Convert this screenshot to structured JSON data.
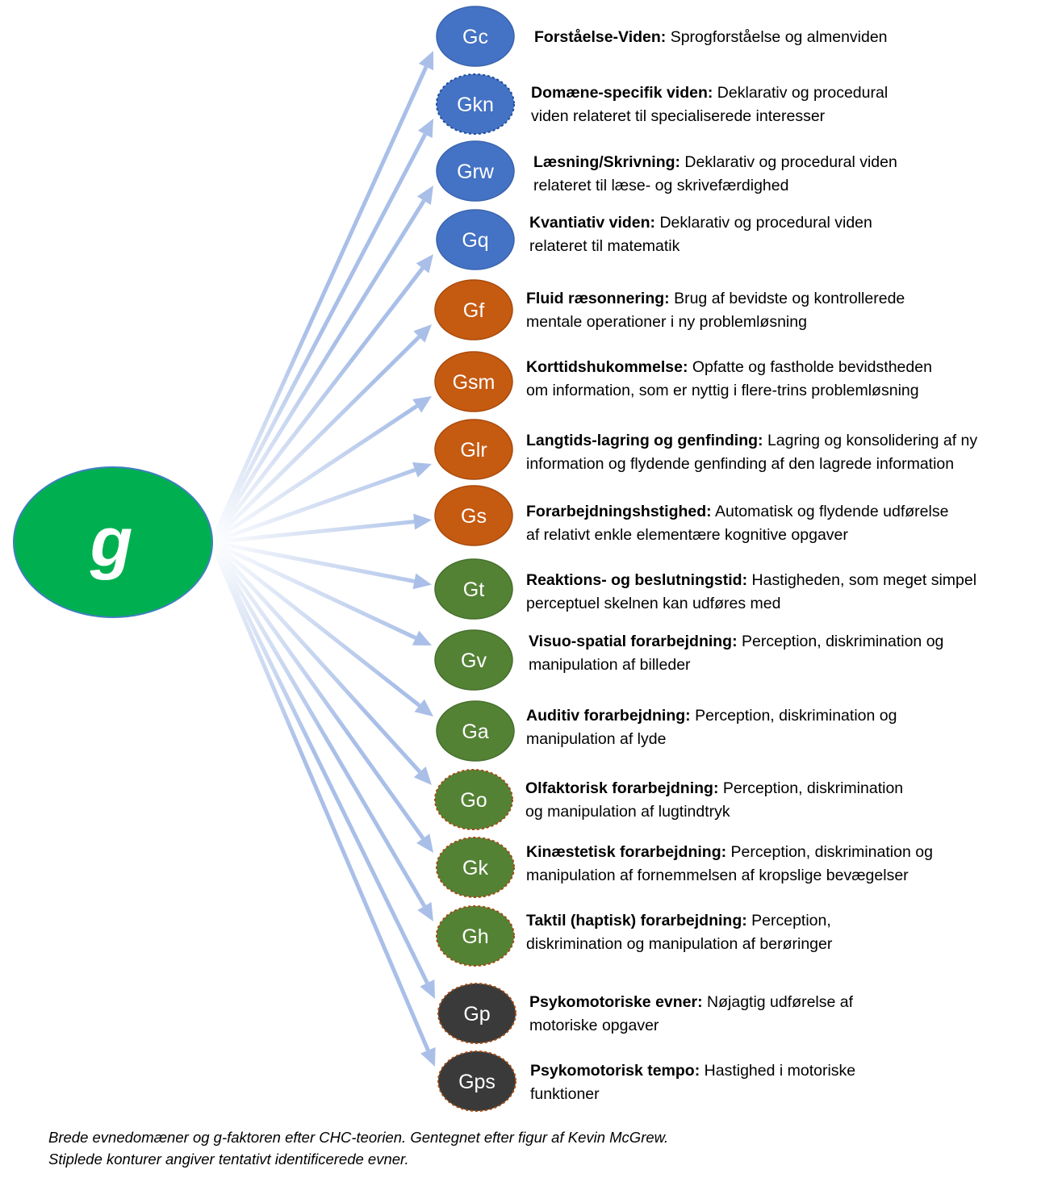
{
  "colors": {
    "g": "#00b050",
    "blue": "#4472c4",
    "orange": "#c55a11",
    "green": "#548235",
    "dark": "#3a3a3a",
    "arrow": "#a9bfe8"
  },
  "g_node": {
    "label": "g"
  },
  "nodes": [
    {
      "abbr": "Gc",
      "group": "blue",
      "dashed": false,
      "title": "Forståelse-Viden:",
      "desc": [
        " Sprogforståelse og almenviden"
      ]
    },
    {
      "abbr": "Gkn",
      "group": "blue",
      "dashed": true,
      "title": "Domæne-specifik viden:",
      "desc": [
        " Deklarativ og procedural",
        "viden relateret til specialiserede interesser"
      ]
    },
    {
      "abbr": "Grw",
      "group": "blue",
      "dashed": false,
      "title": "Læsning/Skrivning:",
      "desc": [
        " Deklarativ og procedural viden",
        "relateret til læse- og skrivefærdighed"
      ]
    },
    {
      "abbr": "Gq",
      "group": "blue",
      "dashed": false,
      "title": "Kvantiativ viden:",
      "desc": [
        " Deklarativ og procedural viden",
        "relateret til matematik"
      ]
    },
    {
      "abbr": "Gf",
      "group": "orange",
      "dashed": false,
      "title": "Fluid ræsonnering:",
      "desc": [
        " Brug af bevidste og kontrollerede",
        "mentale operationer i ny problemløsning"
      ]
    },
    {
      "abbr": "Gsm",
      "group": "orange",
      "dashed": false,
      "title": "Korttidshukommelse:",
      "desc": [
        " Opfatte og fastholde bevidstheden",
        "om information, som er nyttig i flere-trins problemløsning"
      ]
    },
    {
      "abbr": "Glr",
      "group": "orange",
      "dashed": false,
      "title": "Langtids-lagring og genfinding:",
      "desc": [
        " Lagring og konsolidering af ny",
        "information og flydende genfinding af den lagrede information"
      ]
    },
    {
      "abbr": "Gs",
      "group": "orange",
      "dashed": false,
      "title": "Forarbejdningshstighed:",
      "desc": [
        " Automatisk og flydende udførelse",
        "af relativt enkle elementære kognitive opgaver"
      ]
    },
    {
      "abbr": "Gt",
      "group": "green",
      "dashed": false,
      "title": "Reaktions- og beslutningstid:",
      "desc": [
        " Hastigheden, som meget simpel",
        "perceptuel skelnen kan udføres med"
      ]
    },
    {
      "abbr": "Gv",
      "group": "green",
      "dashed": false,
      "title": "Visuo-spatial forarbejdning:",
      "desc": [
        " Perception, diskrimination og",
        "manipulation af billeder"
      ]
    },
    {
      "abbr": "Ga",
      "group": "green",
      "dashed": false,
      "title": "Auditiv forarbejdning:",
      "desc": [
        " Perception, diskrimination og",
        "manipulation af lyde"
      ]
    },
    {
      "abbr": "Go",
      "group": "green",
      "dashed": true,
      "title": "Olfaktorisk forarbejdning:",
      "desc": [
        " Perception, diskrimination",
        "og manipulation af lugtindtryk"
      ]
    },
    {
      "abbr": "Gk",
      "group": "green",
      "dashed": true,
      "title": "Kinæstetisk forarbejdning:",
      "desc": [
        " Perception, diskrimination og",
        "manipulation af fornemmelsen af kropslige bevægelser"
      ]
    },
    {
      "abbr": "Gh",
      "group": "green",
      "dashed": true,
      "title": "Taktil (haptisk) forarbejdning:",
      "desc": [
        " Perception,",
        "diskrimination og manipulation af berøringer"
      ]
    },
    {
      "abbr": "Gp",
      "group": "dark",
      "dashed": true,
      "title": "Psykomotoriske evner:",
      "desc": [
        " Nøjagtig udførelse af",
        "motoriske opgaver"
      ]
    },
    {
      "abbr": "Gps",
      "group": "dark",
      "dashed": true,
      "title": "Psykomotorisk tempo:",
      "desc": [
        " Hastighed i motoriske",
        "funktioner"
      ]
    }
  ],
  "caption": {
    "line1": "Brede evnedomæner og g-faktoren efter CHC-teorien. Gentegnet efter figur af Kevin McGrew.",
    "line2": "Stiplede konturer angiver tentativt identificerede evner."
  }
}
